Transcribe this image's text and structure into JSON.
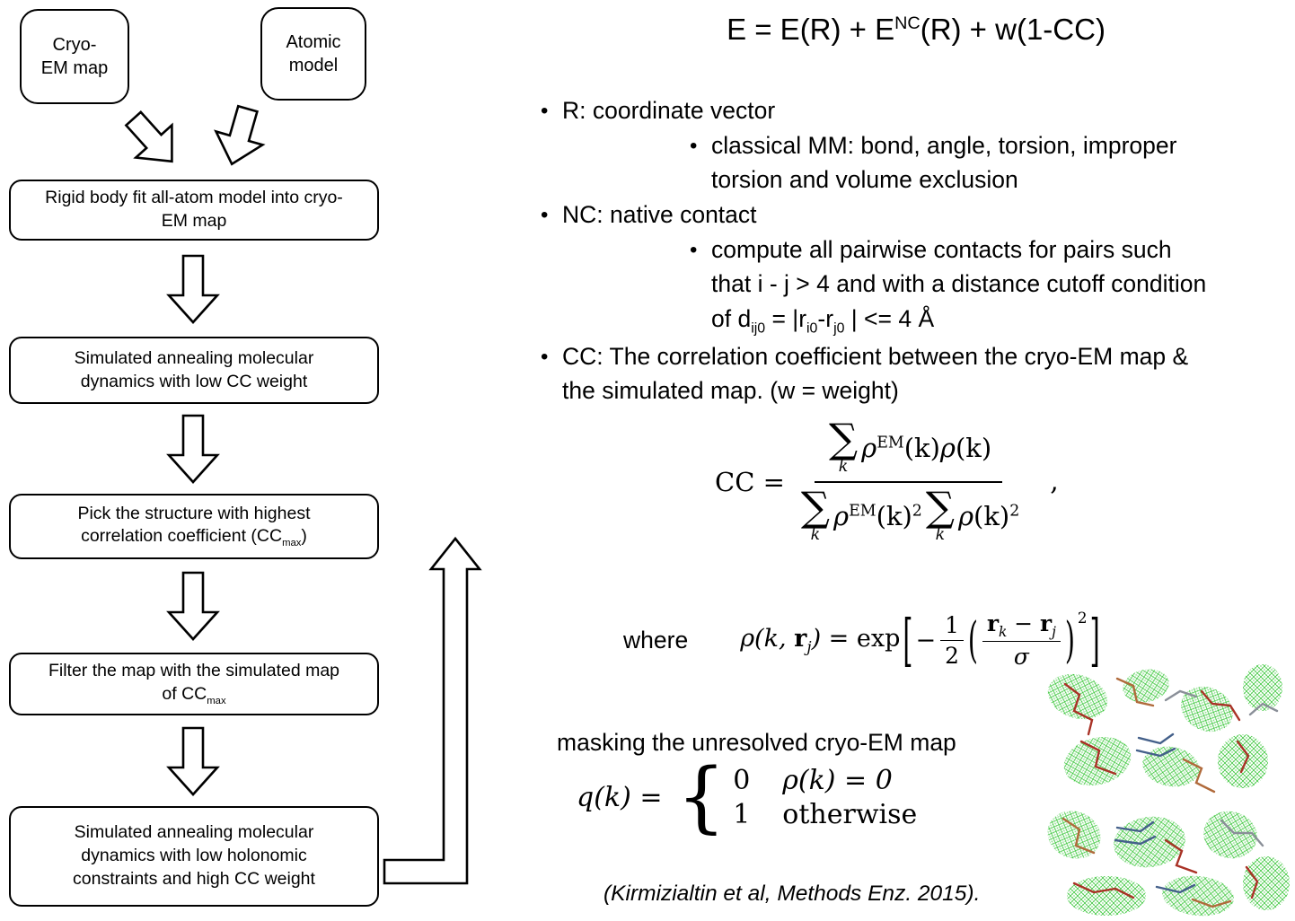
{
  "misc": {
    "bullet": "•"
  },
  "colors": {
    "mesh_green": "#28c128",
    "stick_red": "#a93226",
    "stick_tan": "#b06a3b",
    "stick_gray": "#8a8f98",
    "stick_blue": "#44608a"
  },
  "flowchart": {
    "cryo_box": {
      "line1": "Cryo-",
      "line2": "EM map"
    },
    "atomic_box": {
      "line1": "Atomic",
      "line2": "model"
    },
    "steps": [
      {
        "line1": "Rigid body fit all-atom model into cryo-",
        "line2": "EM map"
      },
      {
        "line1": "Simulated annealing molecular",
        "line2": "dynamics with low CC weight"
      },
      {
        "line1": "Pick the structure with highest",
        "line2pre": "correlation coefficient (CC",
        "line2sub": "max",
        "line2post": ")"
      },
      {
        "line1": "Filter the map with the simulated map",
        "line2pre": "of CC",
        "line2sub": "max",
        "line2post": ""
      },
      {
        "line1": "Simulated annealing molecular",
        "line2": "dynamics with low holonomic",
        "line3": "constraints and high CC weight"
      }
    ]
  },
  "energy_eq": {
    "pre": "E = E(R) + E",
    "sup": "NC",
    "post": "(R) + w(1-CC)"
  },
  "bullets": {
    "r_vector": "R: coordinate vector",
    "classical_line1": "classical MM: bond, angle, torsion, improper",
    "classical_line2": "torsion and volume exclusion",
    "nc": "NC: native contact",
    "pairwise": {
      "line1": "compute all pairwise contacts for pairs such",
      "line2": "that i - j > 4 and with a distance cutoff condition",
      "l3p1": "of d",
      "l3s1": "ij0",
      "l3p2": " = |r",
      "l3s2": "i0",
      "l3p3": "-r",
      "l3s3": "j0",
      "l3p4": " | <= 4 Å"
    },
    "cc_line1": "CC: The correlation coefficient between the cryo-EM map &",
    "cc_line2": "the simulated map. (w = weight)"
  },
  "cc_eq": {
    "lhs": "CC =",
    "sigma": "∑",
    "k": "k",
    "rho": "ρ",
    "em": "EM",
    "ofk": "(k)",
    "two": "2",
    "comma": ","
  },
  "rho_eq": {
    "where": "where",
    "p1": "ρ(k, ",
    "r": "r",
    "j": "j",
    "k": "k",
    "p2": ") = ",
    "exp": "exp",
    "lb": "[",
    "minus": "−",
    "one": "1",
    "two": "2",
    "lp": "(",
    "sigma": "σ",
    "rp": ")",
    "sup2": "2",
    "rb": "]"
  },
  "mask": {
    "label": "masking the unresolved cryo-EM map",
    "lhs": "q(k) =",
    "brace": "{",
    "row1_val": "0",
    "row1_cond": "ρ(k) = 0",
    "row2_val": "1",
    "row2_cond": "otherwise"
  },
  "citation": "(Kirmizialtin et al, Methods Enz. 2015)."
}
